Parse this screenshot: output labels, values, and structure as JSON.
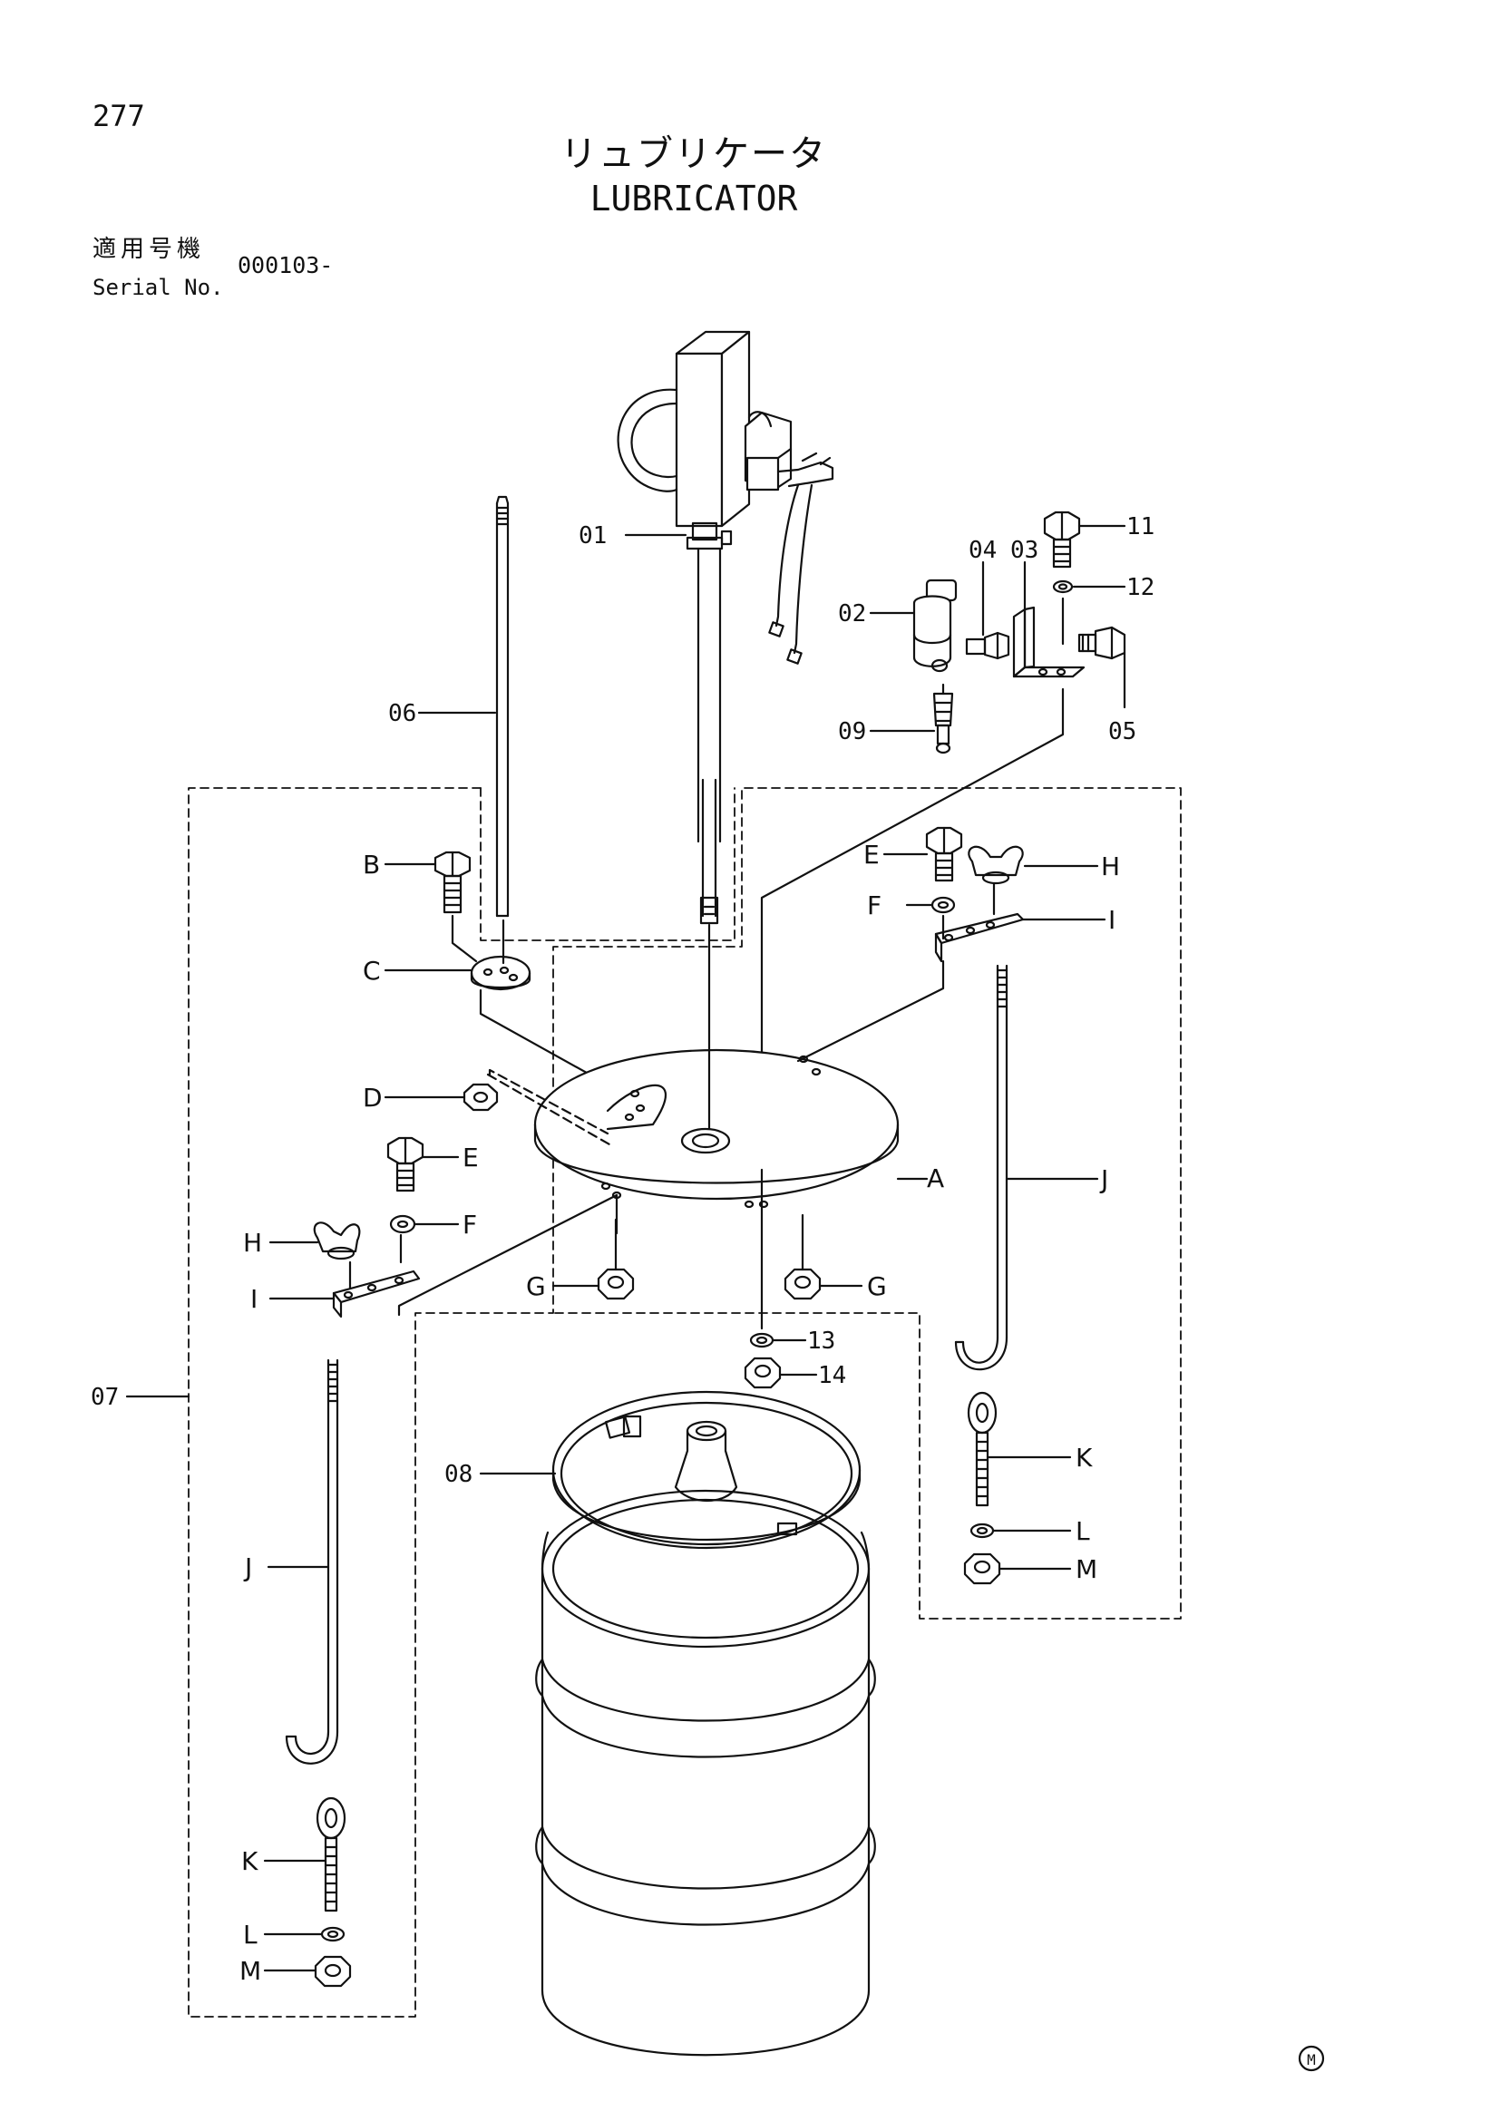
{
  "page": {
    "number": "277",
    "title_jp": "リュブリケータ",
    "title_en": "LUBRICATOR",
    "serial_label_jp": "適用号機",
    "serial_label_en": "Serial No.",
    "serial_value": "000103-",
    "mark": "M"
  },
  "callouts": {
    "p01": "01",
    "p02": "02",
    "p03": "03",
    "p04": "04",
    "p05": "05",
    "p06": "06",
    "p07": "07",
    "p08": "08",
    "p09": "09",
    "p11": "11",
    "p12": "12",
    "p13": "13",
    "p14": "14",
    "A": "A",
    "B": "B",
    "C": "C",
    "D": "D",
    "E1": "E",
    "E2": "E",
    "F1": "F",
    "F2": "F",
    "G1": "G",
    "G2": "G",
    "H1": "H",
    "H2": "H",
    "I1": "I",
    "I2": "I",
    "J1": "J",
    "J2": "J",
    "K1": "K",
    "K2": "K",
    "L1": "L",
    "L2": "L",
    "M1": "M",
    "M2": "M"
  }
}
